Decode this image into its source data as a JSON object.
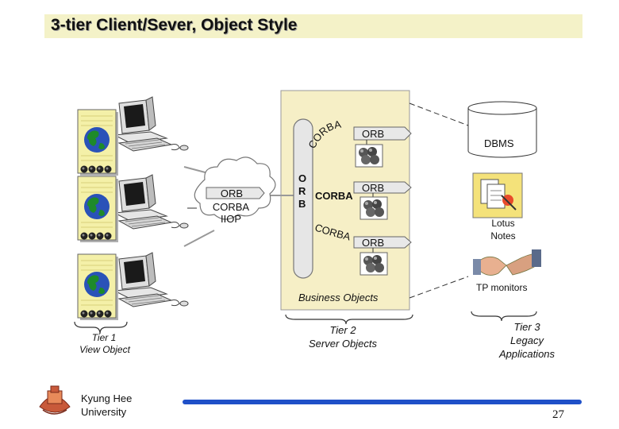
{
  "title": "3-tier Client/Sever, Object Style",
  "cloud": {
    "orb": "ORB",
    "corba": "CORBA",
    "iiop": "IIOP"
  },
  "server": {
    "corba_arc": "CORBA",
    "orb_vertical": "ORB",
    "orb_vertical_letters": [
      "O",
      "R",
      "B"
    ],
    "middle_corba": "CORBA",
    "bottom_corba": "CORBA",
    "orb_tags": [
      "ORB",
      "ORB",
      "ORB"
    ],
    "business_objects": "Business Objects"
  },
  "legacy": {
    "dbms": "DBMS",
    "lotus_line1": "Lotus",
    "lotus_line2": "Notes",
    "tp_monitors": "TP monitors"
  },
  "tiers": {
    "tier1_line1": "Tier 1",
    "tier1_line2": "View Object",
    "tier2_line1": "Tier 2",
    "tier2_line2": "Server Objects",
    "tier3_line1": "Tier 3",
    "tier3_line2": "Legacy",
    "tier3_line3": "Applications"
  },
  "footer": {
    "university_line1": "Kyung Hee",
    "university_line2": "University",
    "page_number": "27"
  },
  "colors": {
    "title_bg": "#f4f2c8",
    "server_box": "#f6efc6",
    "doc_fill": "#f4f0a8",
    "globe_blue": "#2a52b8",
    "globe_green": "#1e8a2a",
    "footer_bar": "#1f50c8"
  }
}
